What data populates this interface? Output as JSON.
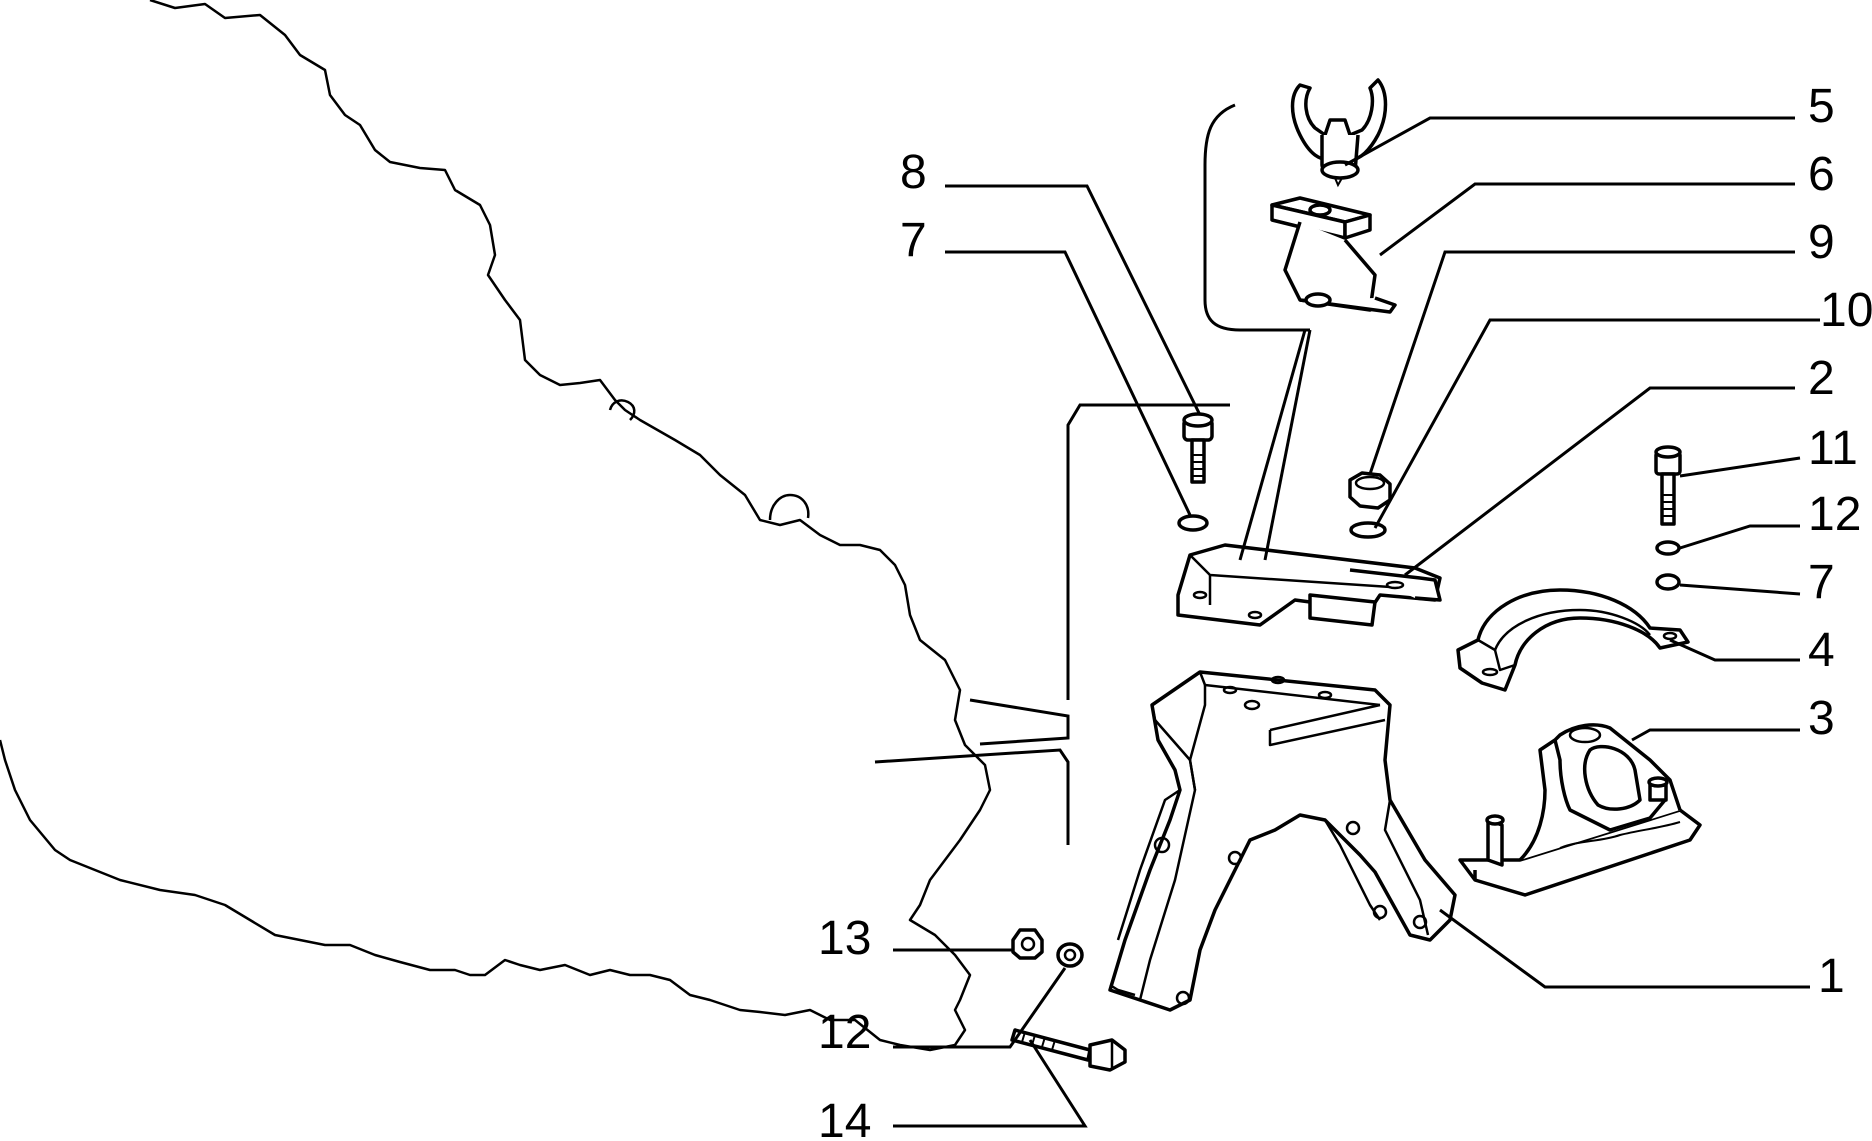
{
  "callouts": {
    "c5": "5",
    "c6": "6",
    "c8": "8",
    "c7_left": "7",
    "c9": "9",
    "c10": "10",
    "c2": "2",
    "c11": "11",
    "c12_right": "12",
    "c7_right": "7",
    "c4": "4",
    "c3": "3",
    "c13": "13",
    "c12_left": "12",
    "c1": "1",
    "c14": "14"
  },
  "colors": {
    "ink": "#000000",
    "paper": "#ffffff"
  }
}
